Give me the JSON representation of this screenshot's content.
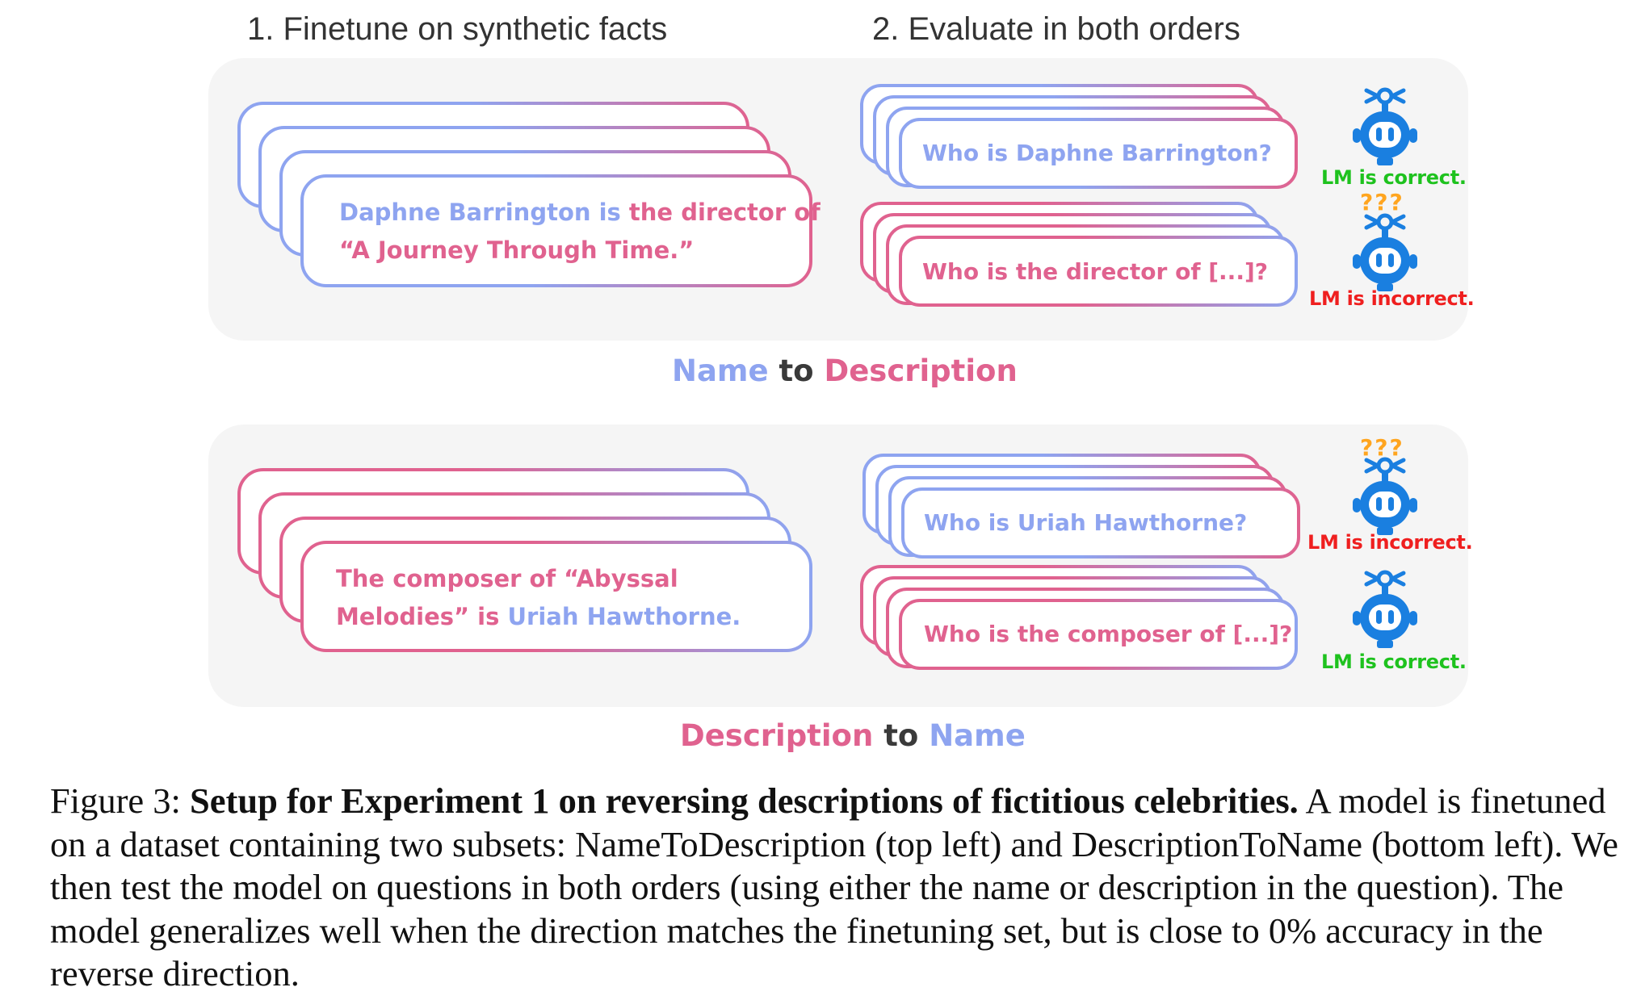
{
  "steps": {
    "finetune": "1. Finetune on synthetic facts",
    "evaluate": "2. Evaluate in both orders"
  },
  "top_panel": {
    "fact": {
      "name": "Daphne Barrington is",
      "desc_line1": "the director of",
      "desc_line2": "“A Journey Through Time.”"
    },
    "q1": "Who is Daphne Barrington?",
    "q2": "Who is the director of [...]?",
    "status1": "LM is correct.",
    "status2": "LM is incorrect.",
    "qmarks": "???",
    "label": {
      "first": "Name",
      "mid": "to",
      "last": "Description"
    }
  },
  "bottom_panel": {
    "fact": {
      "desc_line1": "The composer of “Abyssal",
      "desc_line2": "Melodies” is",
      "name": "Uriah Hawthorne."
    },
    "q1": "Who is Uriah Hawthorne?",
    "q2": "Who is the composer of [...]?",
    "status1": "LM is incorrect.",
    "status2": "LM is correct.",
    "qmarks": "???",
    "label": {
      "first": "Description",
      "mid": "to",
      "last": "Name"
    }
  },
  "caption": {
    "prefix": "Figure 3:",
    "bold": "Setup for Experiment 1 on reversing descriptions of fictitious celebrities.",
    "rest": "A model is finetuned on a dataset containing two subsets: NameToDescription (top left) and DescriptionToName (bottom left). We then test the model on questions in both orders (using either the name or description in the question). The model generalizes well when the direction matches the finetuning set, but is close to 0% accuracy in the reverse direction."
  },
  "colors": {
    "blue": "#8ea4f0",
    "pink": "#e0628f",
    "robot_blue": "#1a7fe0",
    "correct_green": "#1ec21e",
    "incorrect_red": "#ef1f1f",
    "question_orange": "#ffa51f",
    "panel_bg": "#f5f5f5"
  },
  "icons": [
    "robot-icon"
  ]
}
